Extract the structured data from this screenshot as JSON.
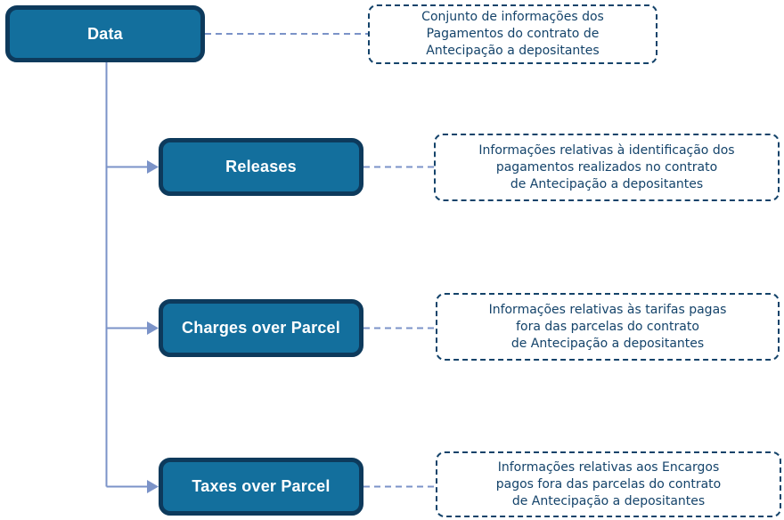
{
  "colors": {
    "node_fill": "#136f9d",
    "node_border": "#0d3a5c",
    "node_text": "#ffffff",
    "note_ink": "#14436a",
    "connector": "#7b93c8",
    "background": "#ffffff"
  },
  "diagram": {
    "root": {
      "label": "Data",
      "note_lines": [
        "Conjunto de informações dos",
        "Pagamentos do contrato de",
        "Antecipação a depositantes"
      ]
    },
    "children": [
      {
        "label": "Releases",
        "note_lines": [
          "Informações relativas à identificação dos",
          "pagamentos realizados no contrato",
          "de Antecipação a depositantes"
        ]
      },
      {
        "label": "Charges over Parcel",
        "note_lines": [
          "Informações relativas às tarifas pagas",
          "fora das parcelas do contrato",
          "de Antecipação a depositantes"
        ]
      },
      {
        "label": "Taxes over Parcel",
        "note_lines": [
          "Informações relativas aos Encargos",
          "pagos fora das parcelas do contrato",
          "de Antecipação a depositantes"
        ]
      }
    ]
  }
}
